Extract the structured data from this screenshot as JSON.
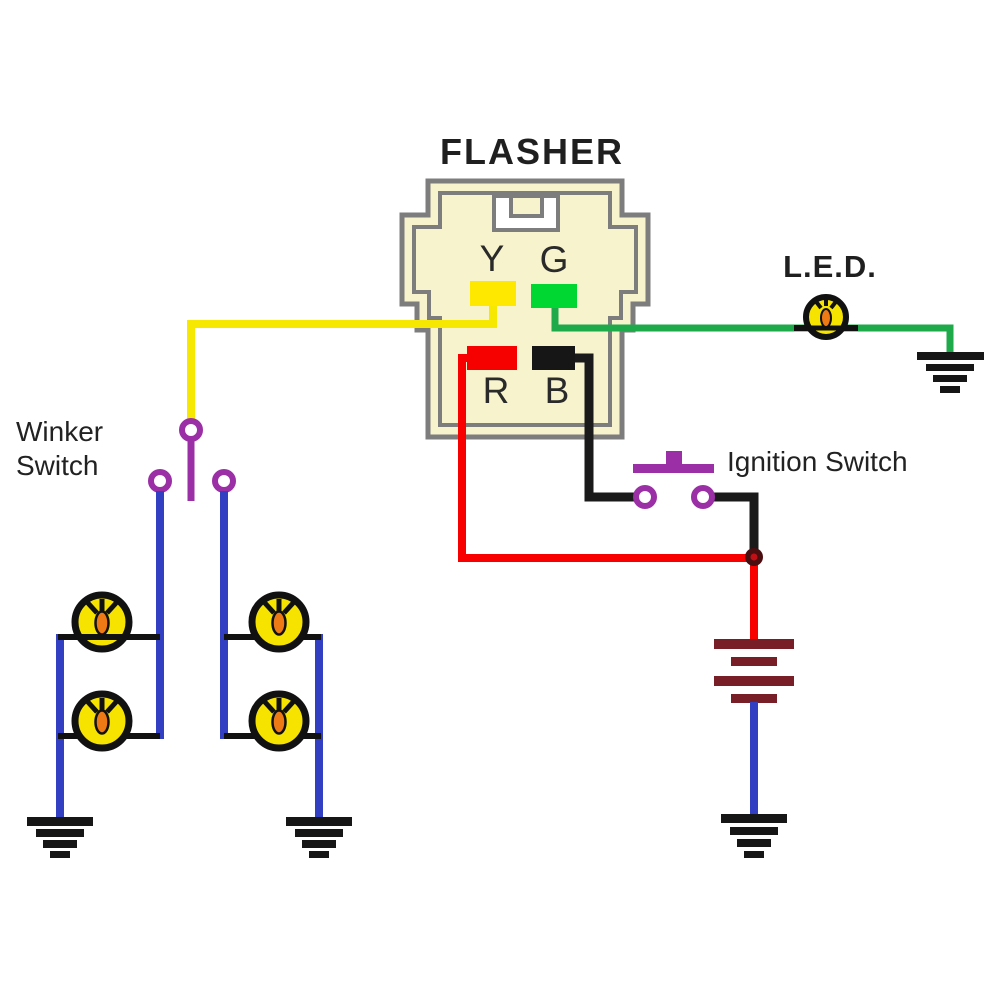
{
  "diagram": {
    "flasher": {
      "title": "FLASHER",
      "body_fill": "#f7f3cd",
      "outline_color": "#7d7d7d",
      "terminals": [
        {
          "label": "Y",
          "wire": "yellow",
          "color": "#ffe800"
        },
        {
          "label": "G",
          "wire": "green",
          "color": "#00d732"
        },
        {
          "label": "R",
          "wire": "red",
          "color": "#f60000"
        },
        {
          "label": "B",
          "wire": "black",
          "color": "#161616"
        }
      ]
    },
    "led": {
      "label": "L.E.D.",
      "label_color": "#a03ca5"
    },
    "winker_switch": {
      "label_line1": "Winker",
      "label_line2": "Switch"
    },
    "ignition_switch": {
      "label": "Ignition Switch"
    },
    "colors": {
      "yellow_wire": "#f6e800",
      "green_wire": "#1eaa4b",
      "red_wire": "#f80000",
      "black_wire": "#1a1a1a",
      "blue_wire": "#333fc2",
      "switch_purple": "#9b2fa5",
      "battery_maroon": "#781e26",
      "lamp_yellow": "#f6e400",
      "lamp_filament_orange": "#ee7a15",
      "ground_black": "#161616"
    }
  }
}
